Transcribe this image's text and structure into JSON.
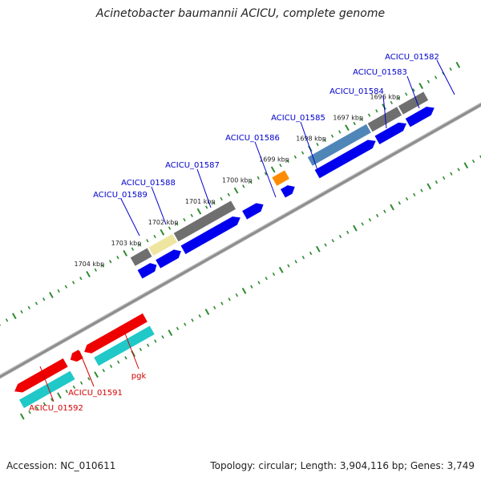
{
  "title": "Acinetobacter baumannii ACICU, complete genome",
  "footer": {
    "accession": "Accession: NC_010611",
    "summary": "Topology: circular; Length: 3,904,116 bp; Genes: 3,749"
  },
  "kbp_labels": [
    "1696 kbp",
    "1697 kbp",
    "1698 kbp",
    "1699 kbp",
    "1700 kbp",
    "1701 kbp",
    "1702 kbp",
    "1703 kbp",
    "1704 kbp"
  ],
  "forward_genes": [
    "ACICU_01582",
    "ACICU_01583",
    "ACICU_01584",
    "ACICU_01585",
    "ACICU_01586",
    "ACICU_01587",
    "ACICU_01588",
    "ACICU_01589"
  ],
  "reverse_genes": [
    "pgk",
    "ACICU_01591",
    "ACICU_01592"
  ],
  "colors": {
    "forward_label": "#0000cc",
    "reverse_label": "#d40000",
    "cds_forward": "#0000ee",
    "cds_reverse": "#ee0000",
    "gene_gray": "#707070",
    "gene_cyan": "#20c8c8",
    "gene_orange": "#ff8c00",
    "gene_pale_yellow": "#eee5a0",
    "gene_steel_blue": "#4f86b8",
    "tick_green": "#2e8b2e"
  }
}
